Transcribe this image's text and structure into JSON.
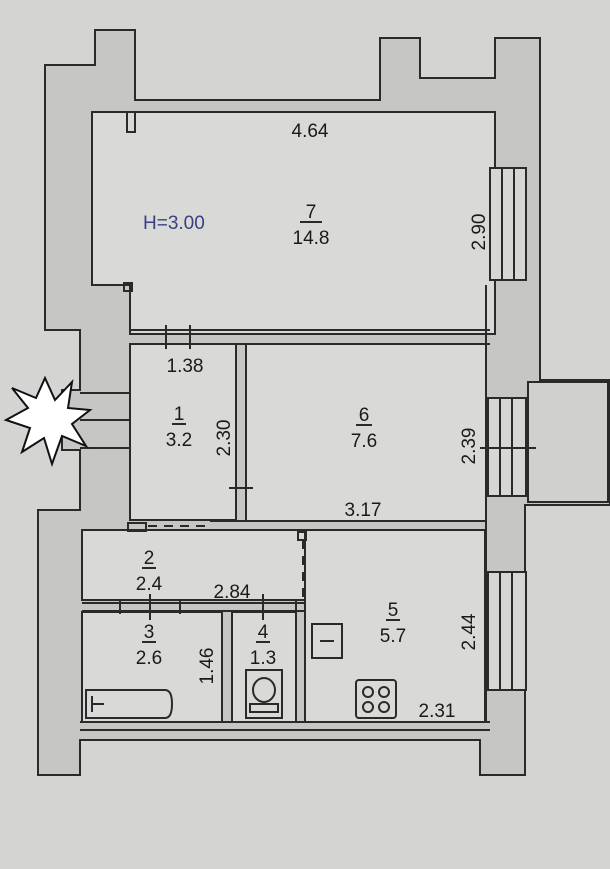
{
  "ceiling_height": "H=3.00",
  "rooms": [
    {
      "number": "1",
      "area": "3.2"
    },
    {
      "number": "2",
      "area": "2.4"
    },
    {
      "number": "3",
      "area": "2.6"
    },
    {
      "number": "4",
      "area": "1.3"
    },
    {
      "number": "5",
      "area": "5.7"
    },
    {
      "number": "6",
      "area": "7.6"
    },
    {
      "number": "7",
      "area": "14.8"
    }
  ],
  "dimensions": {
    "room7_width": "4.64",
    "room7_depth": "2.90",
    "room1_width": "1.38",
    "room1_depth": "2.30",
    "room6_width": "3.17",
    "room6_depth": "2.39",
    "corridor_width": "2.84",
    "bath_depth": "1.46",
    "kitchen_depth": "2.44",
    "kitchen_width": "2.31"
  },
  "colors": {
    "background": "#d4d4d2",
    "walls": "#c6c6c4",
    "lines": "#2a2a2a",
    "height_label": "#3a3f80"
  }
}
